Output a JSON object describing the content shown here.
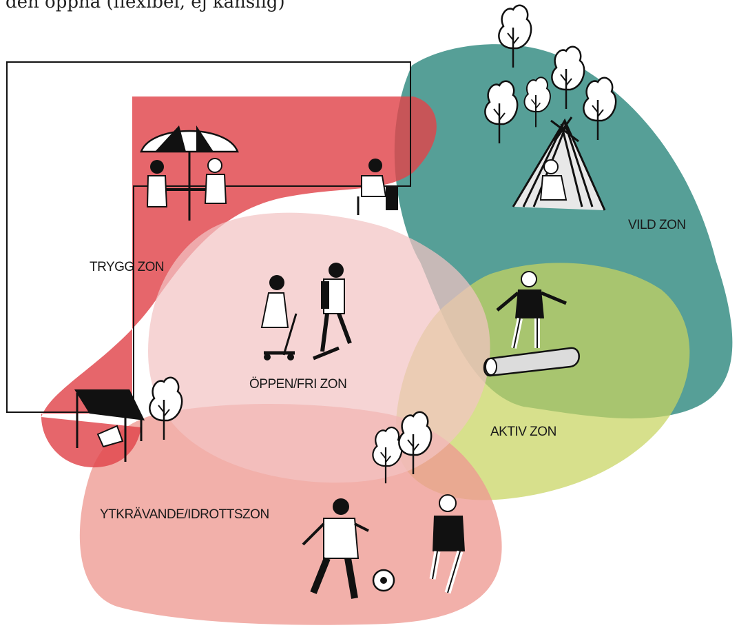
{
  "caption": "den öppna (flexibel, ej känslig)",
  "colors": {
    "trygg": "#e0444a",
    "vild": "#3f9289",
    "aktiv": "#c7d45f",
    "oppen": "#f3c4c4",
    "ytkravande": "#ee9a92",
    "building_stroke": "#111111",
    "ink": "#111111"
  },
  "zones": {
    "trygg": "TRYGG ZON",
    "vild": "VILD ZON",
    "oppen": "ÖPPEN/FRI ZON",
    "aktiv": "AKTIV ZON",
    "ytkravande": "YTKRÄVANDE/IDROTTSZON"
  },
  "icons": [
    "umbrella-icon",
    "tree-icon",
    "teepee-icon",
    "person-icon",
    "bench-icon",
    "football-icon",
    "scooter-icon",
    "skateboard-icon",
    "log-icon",
    "chair-icon"
  ]
}
